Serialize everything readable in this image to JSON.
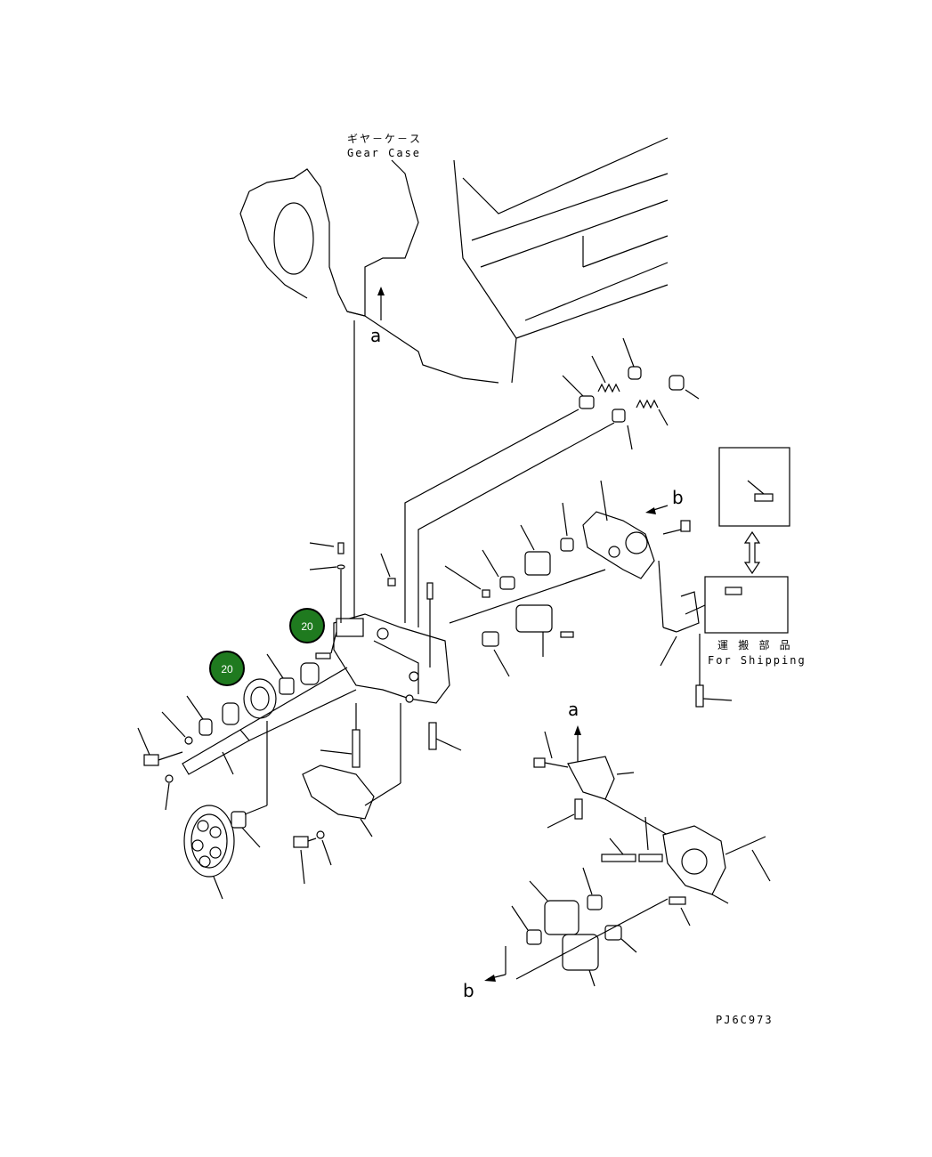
{
  "labels": {
    "gear_case_jp": "ギヤ－ケ－ス",
    "gear_case_en": "Gear Case",
    "ref_a_top": "a",
    "ref_a_mid": "a",
    "ref_b_top": "b",
    "ref_b_bottom": "b",
    "shipping_jp": "運 搬 部 品",
    "shipping_en": "For Shipping",
    "drawing_code": "PJ6C973"
  },
  "badges": [
    {
      "text": "20",
      "color": "#1f7a1f"
    },
    {
      "text": "20",
      "color": "#1f7a1f"
    }
  ]
}
